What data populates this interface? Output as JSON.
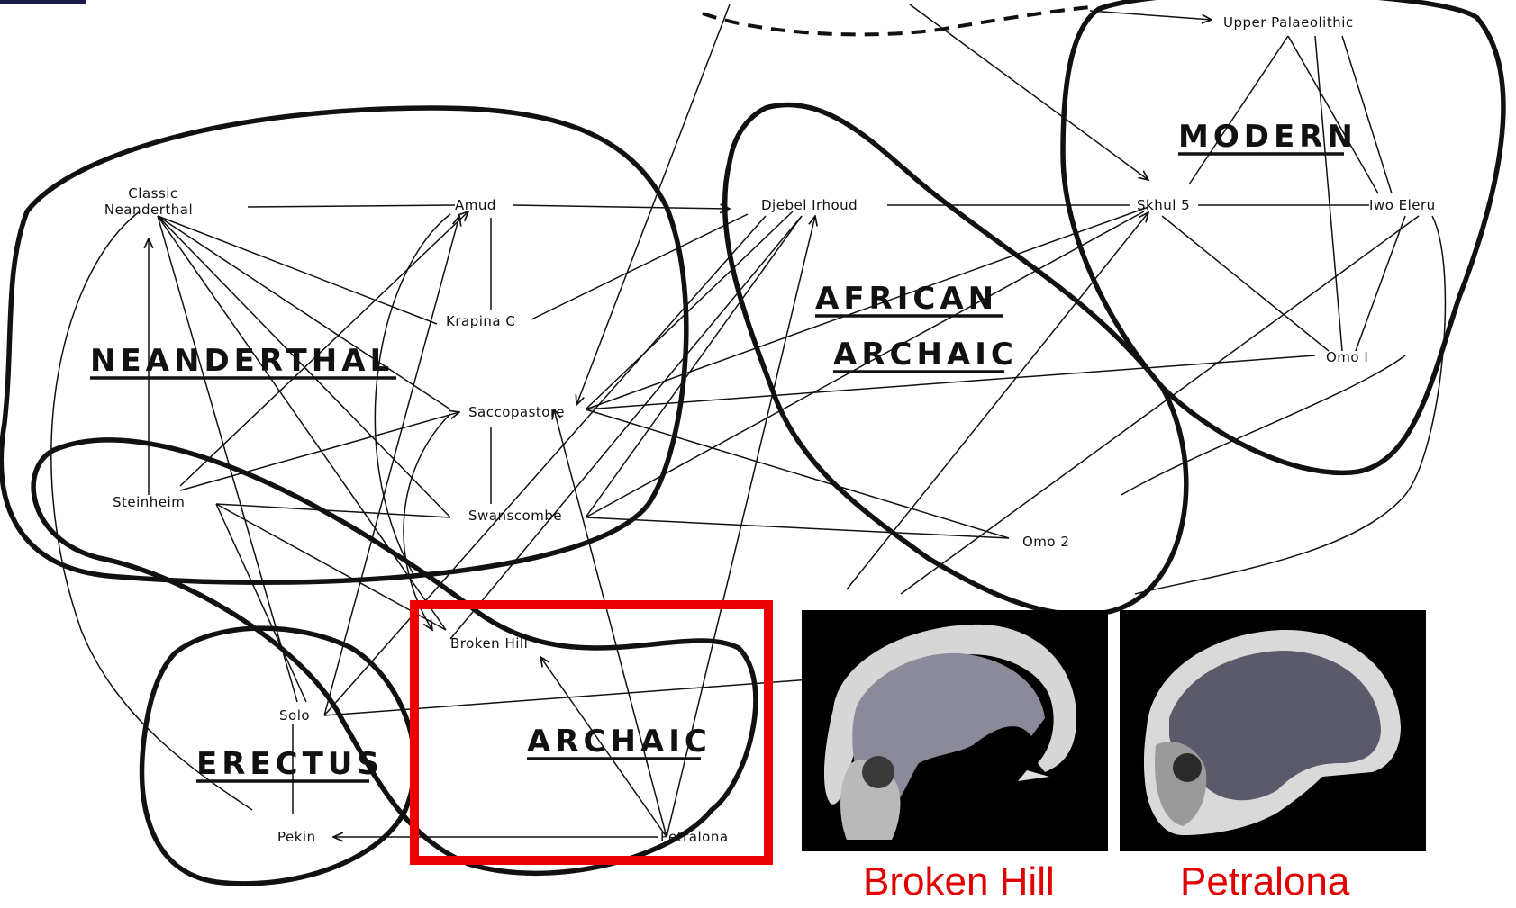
{
  "regions": {
    "neanderthal": "NEANDERTHAL",
    "african_archaic_line1": "AFRICAN",
    "african_archaic_line2": "ARCHAIC",
    "modern": "MODERN",
    "archaic": "ARCHAIC",
    "erectus": "ERECTUS"
  },
  "nodes": {
    "upper_palaeolithic": "Upper Palaeolithic",
    "classic_neanderthal_line1": "Classic",
    "classic_neanderthal_line2": "Neanderthal",
    "amud": "Amud",
    "djebel_irhoud": "Djebel Irhoud",
    "skhul_5": "Skhul 5",
    "iwo_eleru": "Iwo Eleru",
    "krapina_c": "Krapina C",
    "omo_1": "Omo I",
    "saccopastore": "Saccopastore",
    "steinheim": "Steinheim",
    "swanscombe": "Swanscombe",
    "omo_2": "Omo 2",
    "broken_hill": "Broken Hill",
    "solo": "Solo",
    "pekin": "Pekin",
    "petralona": "Petralona"
  },
  "captions": {
    "broken_hill": "Broken Hill",
    "petralona": "Petralona"
  },
  "colors": {
    "highlight_box": "#ee0000",
    "caption_text": "#e00000",
    "lines": "#111111"
  }
}
